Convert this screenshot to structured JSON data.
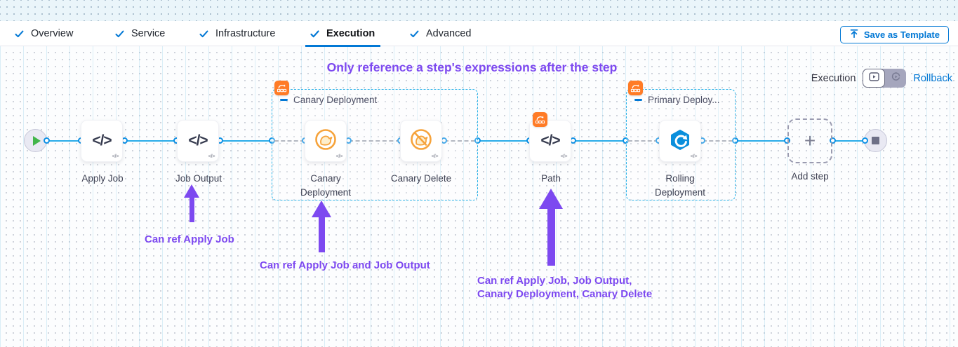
{
  "tabs": {
    "items": [
      {
        "label": "Overview"
      },
      {
        "label": "Service"
      },
      {
        "label": "Infrastructure"
      },
      {
        "label": "Execution",
        "active": true
      },
      {
        "label": "Advanced"
      }
    ],
    "save_button": "Save as Template"
  },
  "canvas": {
    "heading": "Only reference a step's expressions after the step",
    "mode": {
      "label": "Execution",
      "rollback": "Rollback"
    },
    "groups": {
      "canary": {
        "title": "Canary Deployment"
      },
      "primary": {
        "title": "Primary Deploy..."
      }
    },
    "nodes": {
      "apply_job": {
        "label": "Apply Job"
      },
      "job_output": {
        "label": "Job Output"
      },
      "canary_deployment": {
        "label": "Canary Deployment"
      },
      "canary_delete": {
        "label": "Canary Delete"
      },
      "path": {
        "label": "Path"
      },
      "rolling_deployment": {
        "label": "Rolling Deployment"
      },
      "add_step": {
        "label": "Add step"
      }
    },
    "annotations": {
      "ref1": "Can ref Apply Job",
      "ref2": "Can ref Apply Job and Job Output",
      "ref3_line1": "Can ref Apply Job, Job Output,",
      "ref3_line2": "Canary Deployment, Canary Delete"
    }
  },
  "icons": {
    "code": "</>",
    "code_small": "</>",
    "plus": "+"
  },
  "colors": {
    "accent_blue": "#0278d5",
    "connector_blue": "#29ace8",
    "group_dash_blue": "#29b2e8",
    "badge_orange": "#ff7b26",
    "canary_orange": "#f6a33b",
    "rolling_blue": "#0a8fdc",
    "annotation_purple": "#7d49f0",
    "play_green": "#42b54a"
  }
}
